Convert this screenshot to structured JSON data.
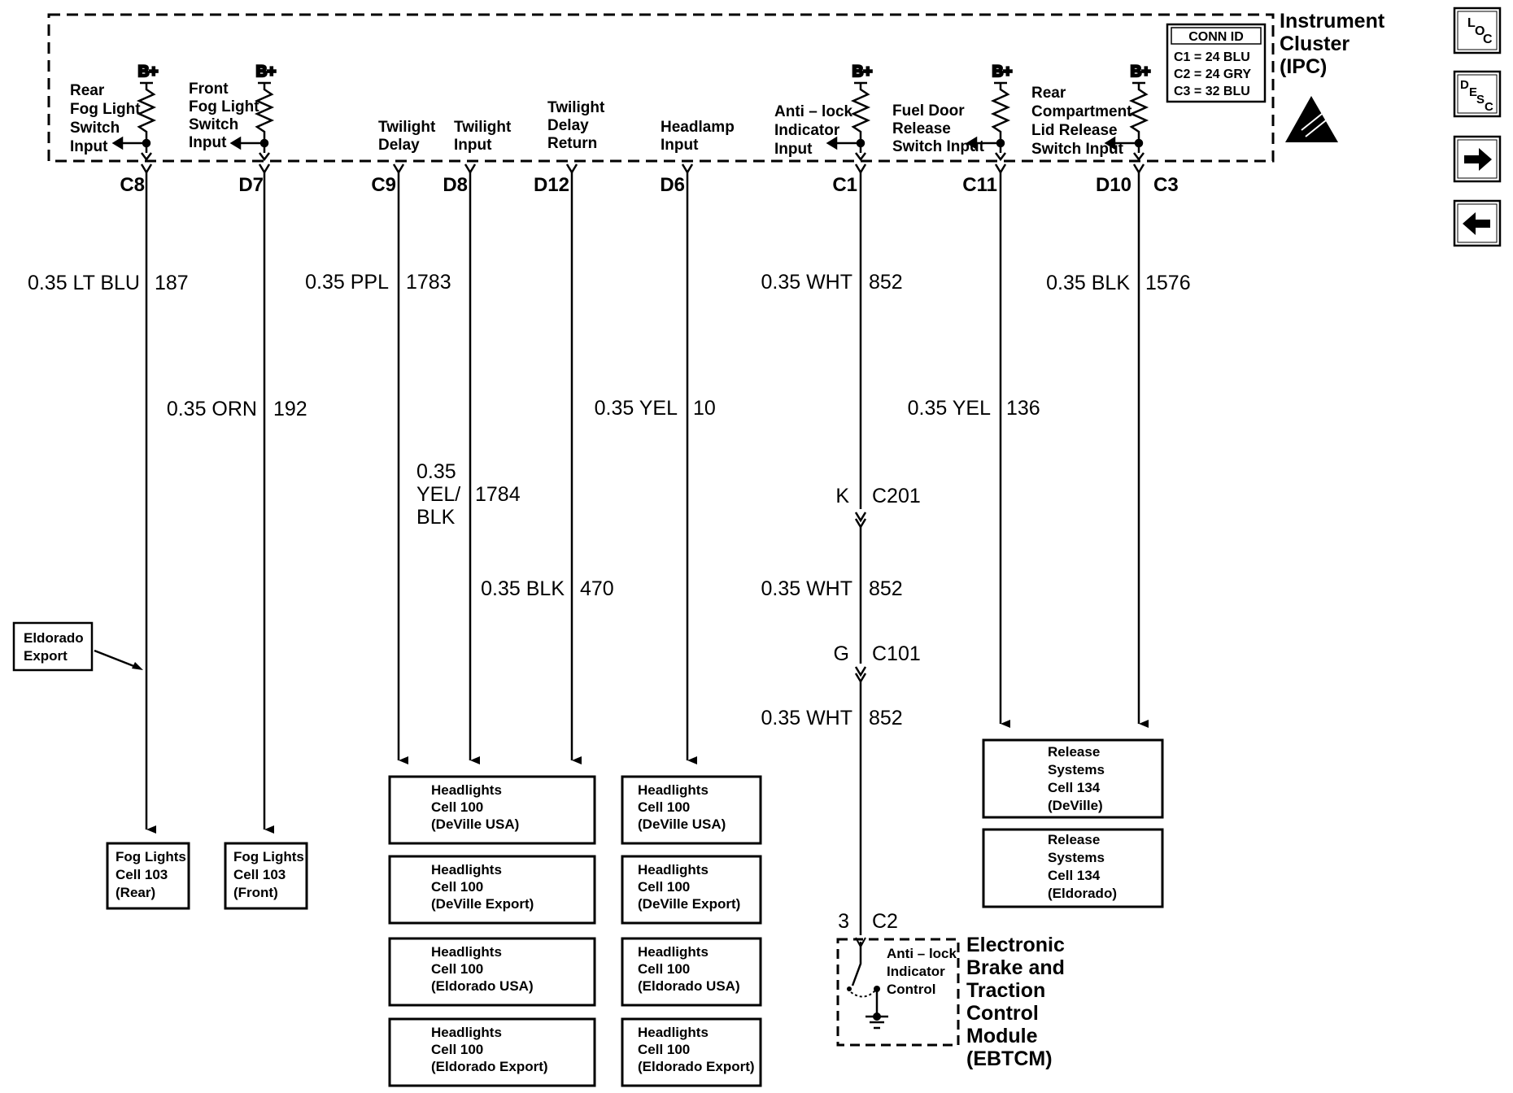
{
  "ipc": {
    "title": [
      "Instrument",
      "Cluster",
      "(IPC)"
    ],
    "conn_id_title": "CONN ID",
    "conn_id_rows": [
      "C1 = 24 BLU",
      "C2 = 24 GRY",
      "C3 = 32 BLU"
    ],
    "b_plus": "B+",
    "inputs": [
      [
        "Rear",
        "Fog Light",
        "Switch",
        "Input"
      ],
      [
        "Front",
        "Fog Light",
        "Switch",
        "Input"
      ],
      [
        "Twilight",
        "Delay"
      ],
      [
        "Twilight",
        "Input"
      ],
      [
        "Twilight",
        "Delay",
        "Return"
      ],
      [
        "Headlamp",
        "Input"
      ],
      [
        "Anti – lock",
        "Indicator",
        "Input"
      ],
      [
        "Fuel Door",
        "Release",
        "Switch Input"
      ],
      [
        "Rear",
        "Compartment",
        "Lid Release",
        "Switch Input"
      ]
    ],
    "pins": [
      "C8",
      "D7",
      "C9",
      "D8",
      "D12",
      "D6",
      "C1",
      "C11",
      "D10",
      "C3"
    ]
  },
  "wires": {
    "w187": {
      "gauge": "0.35 LT BLU",
      "circuit": "187"
    },
    "w192": {
      "gauge": "0.35 ORN",
      "circuit": "192"
    },
    "w1783": {
      "gauge": "0.35 PPL",
      "circuit": "1783"
    },
    "w1784": {
      "gauge": [
        "0.35",
        "YEL/",
        "BLK"
      ],
      "circuit": "1784"
    },
    "w470": {
      "gauge": "0.35 BLK",
      "circuit": "470"
    },
    "w10": {
      "gauge": "0.35 YEL",
      "circuit": "10"
    },
    "w852a": {
      "gauge": "0.35 WHT",
      "circuit": "852"
    },
    "w852b": {
      "gauge": "0.35 WHT",
      "circuit": "852"
    },
    "w852c": {
      "gauge": "0.35 WHT",
      "circuit": "852"
    },
    "w136": {
      "gauge": "0.35 YEL",
      "circuit": "136"
    },
    "w1576": {
      "gauge": "0.35 BLK",
      "circuit": "1576"
    }
  },
  "connectors": {
    "c201": {
      "pin": "K",
      "name": "C201"
    },
    "c101": {
      "pin": "G",
      "name": "C101"
    },
    "c2": {
      "pin": "3",
      "name": "C2"
    }
  },
  "eldorado_note": [
    "Eldorado",
    "Export"
  ],
  "fog_boxes": [
    [
      "Fog Lights",
      "Cell 103",
      "(Rear)"
    ],
    [
      "Fog Lights",
      "Cell 103",
      "(Front)"
    ]
  ],
  "headlight_boxes": [
    [
      "Headlights",
      "Cell 100",
      "(DeVille USA)"
    ],
    [
      "Headlights",
      "Cell 100",
      "(DeVille Export)"
    ],
    [
      "Headlights",
      "Cell 100",
      "(Eldorado USA)"
    ],
    [
      "Headlights",
      "Cell 100",
      "(Eldorado Export)"
    ]
  ],
  "release_boxes": [
    [
      "Release",
      "Systems",
      "Cell 134",
      "(DeVille)"
    ],
    [
      "Release",
      "Systems",
      "Cell 134",
      "(Eldorado)"
    ]
  ],
  "ebtcm": {
    "title": [
      "Electronic",
      "Brake and",
      "Traction",
      "Control",
      "Module",
      "(EBTCM)"
    ],
    "inner": [
      "Anti – lock",
      "Indicator",
      "Control"
    ]
  },
  "nav": {
    "loc_icon": "location-icon",
    "desc_icon": "description-icon",
    "next_icon": "right-arrow-icon",
    "prev_icon": "left-arrow-icon",
    "loc": [
      "L",
      "O",
      "C"
    ],
    "desc": [
      "D",
      "E",
      "S",
      "C"
    ]
  }
}
